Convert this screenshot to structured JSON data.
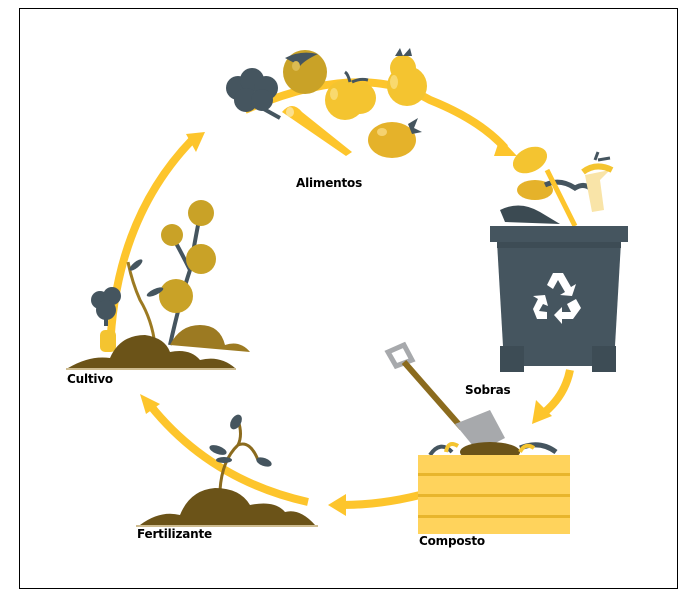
{
  "diagram": {
    "type": "cycle",
    "title": "",
    "stages": [
      {
        "id": "alimentos",
        "label": "Alimentos",
        "illustration": "fruits-and-vegetables"
      },
      {
        "id": "sobras",
        "label": "Sobras",
        "illustration": "recycling-bin-with-food-scraps"
      },
      {
        "id": "composto",
        "label": "Composto",
        "illustration": "compost-crate-with-shovel"
      },
      {
        "id": "fertilizante",
        "label": "Fertilizante",
        "illustration": "sapling-in-soil"
      },
      {
        "id": "cultivo",
        "label": "Cultivo",
        "illustration": "growing-plants"
      }
    ],
    "flow": [
      "Alimentos",
      "Sobras",
      "Composto",
      "Fertilizante",
      "Cultivo",
      "Alimentos"
    ],
    "icons": {
      "recycle": "recycle-icon"
    },
    "colors": {
      "arrow": "#FDC52C",
      "fruit": "#F4C430",
      "fruit_dark": "#C9A227",
      "slate": "#45555F",
      "soil": "#6B5318",
      "soil_light": "#9C7A22",
      "crate": "#FFD35C",
      "crate_dark": "#E8B52C",
      "shovel_metal": "#A7A9AC"
    }
  }
}
